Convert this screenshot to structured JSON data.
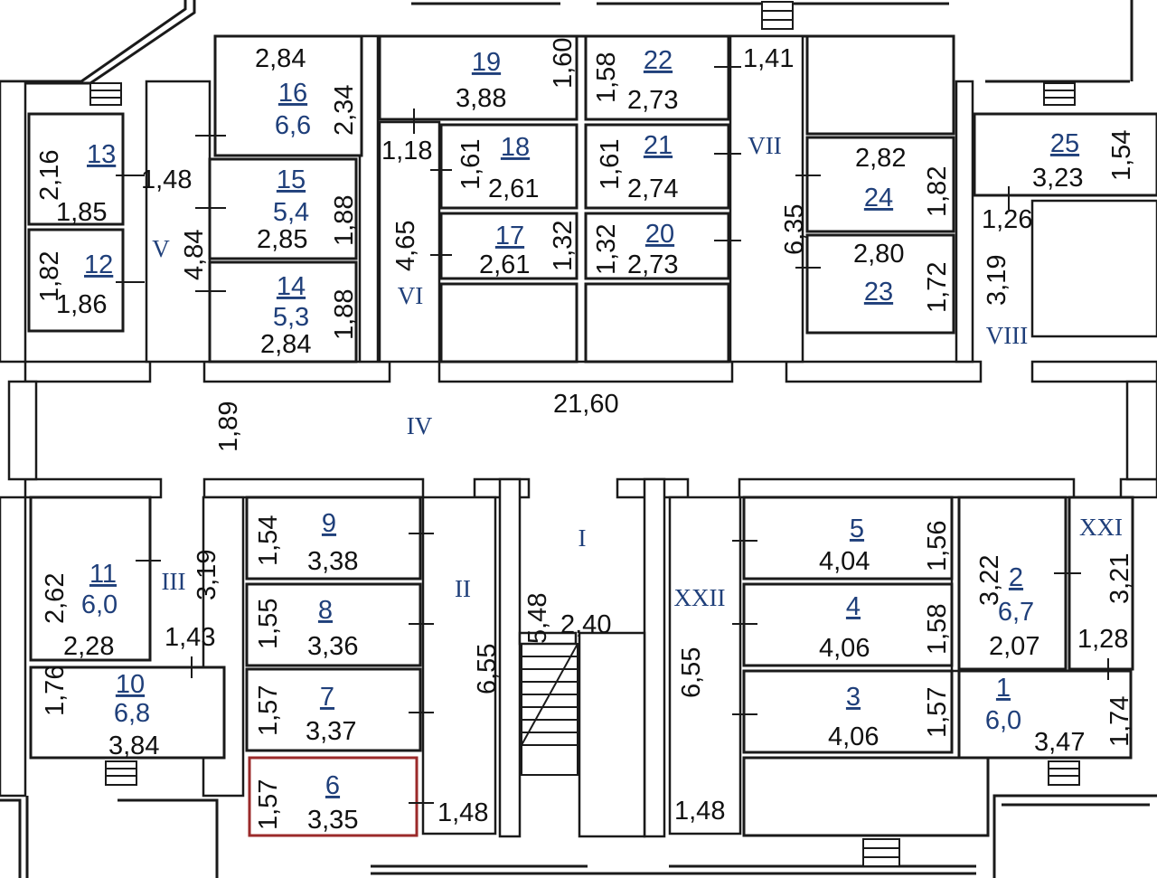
{
  "highlight_color": "#9b2a2a",
  "label_color": "#1f3f7a",
  "rooms": [
    {
      "id": "r1",
      "number": "1",
      "area": "6,0"
    },
    {
      "id": "r2",
      "number": "2",
      "area": "6,7"
    },
    {
      "id": "r3",
      "number": "3",
      "area": ""
    },
    {
      "id": "r4",
      "number": "4",
      "area": ""
    },
    {
      "id": "r5",
      "number": "5",
      "area": ""
    },
    {
      "id": "r6",
      "number": "6",
      "area": ""
    },
    {
      "id": "r7",
      "number": "7",
      "area": ""
    },
    {
      "id": "r8",
      "number": "8",
      "area": ""
    },
    {
      "id": "r9",
      "number": "9",
      "area": ""
    },
    {
      "id": "r10",
      "number": "10",
      "area": "6,8"
    },
    {
      "id": "r11",
      "number": "11",
      "area": "6,0"
    },
    {
      "id": "r12",
      "number": "12",
      "area": ""
    },
    {
      "id": "r13",
      "number": "13",
      "area": ""
    },
    {
      "id": "r14",
      "number": "14",
      "area": "5,3"
    },
    {
      "id": "r15",
      "number": "15",
      "area": "5,4"
    },
    {
      "id": "r16",
      "number": "16",
      "area": "6,6"
    },
    {
      "id": "r17",
      "number": "17",
      "area": ""
    },
    {
      "id": "r18",
      "number": "18",
      "area": ""
    },
    {
      "id": "r19",
      "number": "19",
      "area": ""
    },
    {
      "id": "r20",
      "number": "20",
      "area": ""
    },
    {
      "id": "r21",
      "number": "21",
      "area": ""
    },
    {
      "id": "r22",
      "number": "22",
      "area": ""
    },
    {
      "id": "r23",
      "number": "23",
      "area": ""
    },
    {
      "id": "r24",
      "number": "24",
      "area": ""
    },
    {
      "id": "r25",
      "number": "25",
      "area": ""
    }
  ],
  "zones": [
    "I",
    "II",
    "III",
    "IV",
    "V",
    "VI",
    "VII",
    "VIII",
    "XXI",
    "XXII"
  ],
  "dimensions": [
    "2,84",
    "2,34",
    "3,88",
    "1,60",
    "1,58",
    "2,73",
    "1,41",
    "2,16",
    "1,85",
    "1,48",
    "1,82",
    "1,86",
    "4,84",
    "1,88",
    "2,85",
    "1,88",
    "2,84",
    "1,18",
    "1,61",
    "2,61",
    "1,61",
    "2,74",
    "4,65",
    "2,61",
    "1,32",
    "1,32",
    "2,73",
    "2,82",
    "1,82",
    "6,35",
    "2,80",
    "1,72",
    "3,23",
    "1,54",
    "1,26",
    "3,19",
    "1,89",
    "21,60",
    "1,54",
    "3,38",
    "1,55",
    "3,36",
    "1,57",
    "3,37",
    "1,57",
    "3,35",
    "1,48",
    "6,55",
    "5,48",
    "2,40",
    "6,55",
    "1,48",
    "4,04",
    "1,56",
    "4,06",
    "1,58",
    "4,06",
    "1,57",
    "3,22",
    "2,07",
    "3,21",
    "1,28",
    "1,74",
    "3,47",
    "2,62",
    "3,19",
    "2,28",
    "1,43",
    "1,76",
    "3,84"
  ]
}
